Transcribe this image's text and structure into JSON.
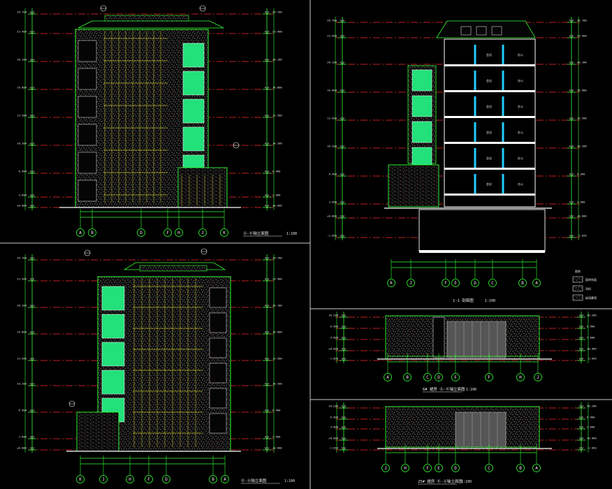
{
  "views": [
    {
      "id": "elev-a-k",
      "title": "Ⓐ-Ⓚ轴立面图",
      "scale": "1:100",
      "grid": [
        "A",
        "B",
        "D",
        "F",
        "H",
        "J",
        "K"
      ]
    },
    {
      "id": "elev-k-a",
      "title": "Ⓚ-Ⓐ轴立面图",
      "scale": "1:100",
      "grid": [
        "K",
        "J",
        "H",
        "F",
        "D",
        "B",
        "A"
      ]
    },
    {
      "id": "section-1-1",
      "title": "1-1 剖面图",
      "scale": "1:100",
      "grid": [
        "K",
        "J",
        "F",
        "E",
        "D",
        "C",
        "B",
        "A"
      ]
    },
    {
      "id": "elev-6",
      "title": "6# 裙房 Ⓐ-Ⓚ轴立面图",
      "scale": "1:100",
      "grid": [
        "A",
        "B",
        "C",
        "D",
        "E",
        "F",
        "H",
        "J"
      ]
    },
    {
      "id": "elev-25",
      "title": "25# 裙房 Ⓚ-Ⓐ轴立面图",
      "scale": "1:100",
      "grid": [
        "J",
        "H",
        "F",
        "E",
        "D",
        "C",
        "B",
        "A"
      ]
    }
  ],
  "levels": [
    "26.700",
    "23.400",
    "20.100",
    "16.800",
    "13.500",
    "10.200",
    "6.900",
    "3.600",
    "±0.000",
    "-1.050"
  ],
  "section_rooms": [
    "会议",
    "办公",
    "会议",
    "办公",
    "会议",
    "办公",
    "会议",
    "办公",
    "会议",
    "办公",
    "会议",
    "办公"
  ],
  "legend": {
    "title": "图例",
    "items": [
      "面砖饰面",
      "涂料",
      "玻璃幕墙"
    ]
  },
  "colors": {
    "line": "#33ff33",
    "axis": "#ff2a2a",
    "glass": "#22e07a",
    "text": "#e8e8e8",
    "yellow": "#ffff33",
    "cyan": "#22ccff"
  }
}
